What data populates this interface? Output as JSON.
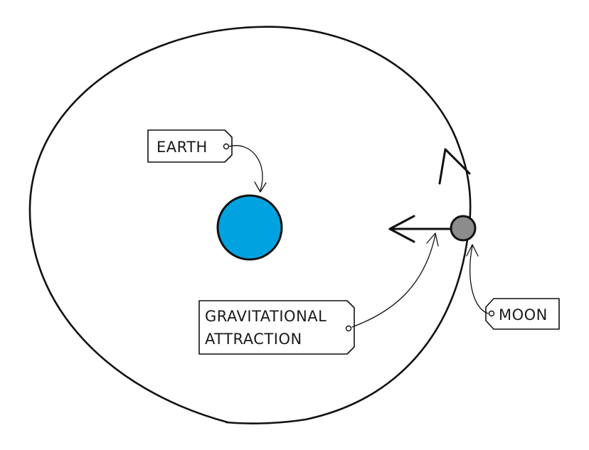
{
  "diagram": {
    "labels": {
      "earth": "EARTH",
      "moon": "MOON",
      "force_line1": "GRAVITATIONAL",
      "force_line2": "ATTRACTION"
    },
    "colors": {
      "earth_fill": "#00a3e0",
      "moon_fill": "#8c8c8c",
      "ink": "#111111",
      "background": "#ffffff"
    },
    "icons": {
      "orbit_direction": "arrowhead-up-icon",
      "force_direction": "arrowhead-left-icon"
    }
  }
}
